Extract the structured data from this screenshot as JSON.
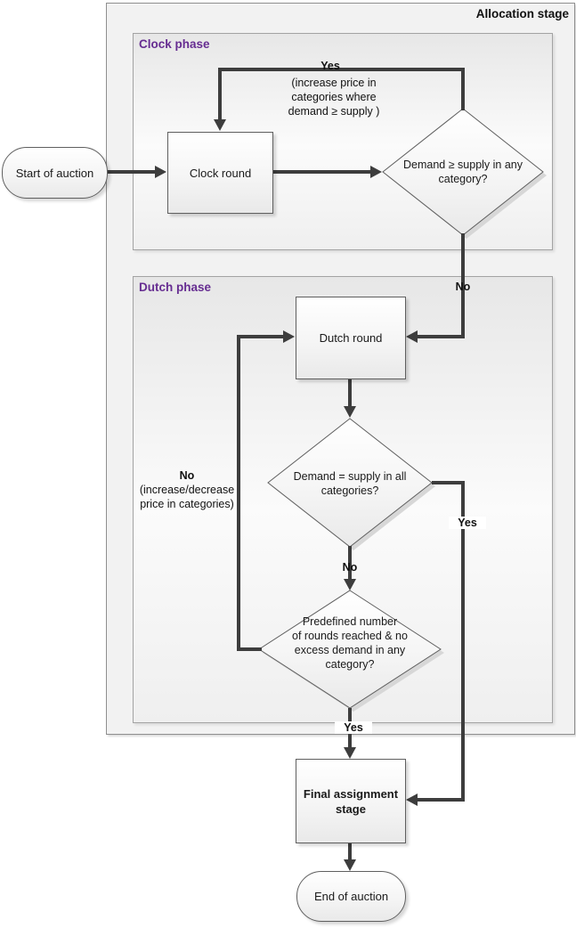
{
  "stage": {
    "label": "Allocation stage"
  },
  "clock_phase": {
    "label": "Clock phase",
    "nodes": {
      "clock_round": "Clock round",
      "decision": "Demand ≥ supply in any\ncategory?"
    },
    "edges": {
      "yes_label": "Yes",
      "yes_note": "(increase price in\ncategories where\ndemand ≥ supply )",
      "no_label": "No"
    }
  },
  "dutch_phase": {
    "label": "Dutch phase",
    "nodes": {
      "dutch_round": "Dutch round",
      "decision_supply": "Demand = supply in all\ncategories?",
      "decision_rounds": "Predefined number\nof rounds reached & no\nexcess demand in any\ncategory?"
    },
    "edges": {
      "supply_no_label": "No",
      "supply_yes_label": "Yes",
      "rounds_no_label": "No",
      "rounds_no_note": "(increase/decrease\nprice in categories)",
      "rounds_yes_label": "Yes"
    }
  },
  "terminals": {
    "start": "Start of auction",
    "final_stage": "Final assignment\nstage",
    "end": "End of auction"
  },
  "colors": {
    "phase_label": "#662d91",
    "connector": "#3d3d3d",
    "shape_border": "#5f5f5f",
    "container_fill": "#f2f2f2"
  }
}
